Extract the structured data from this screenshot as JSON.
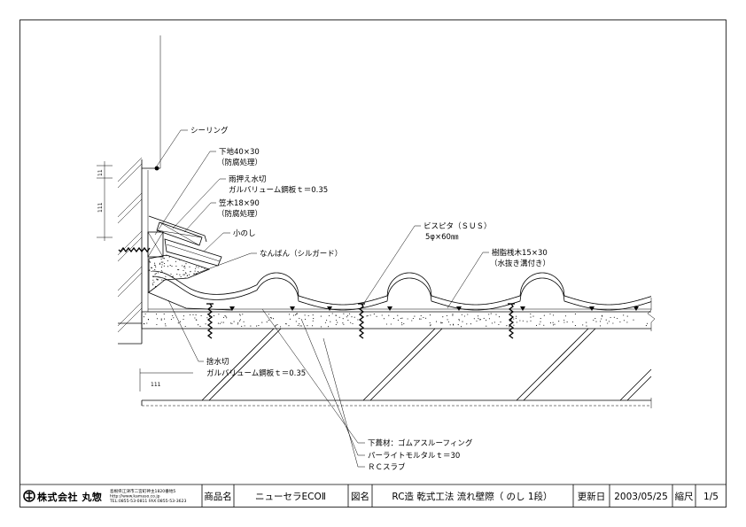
{
  "colors": {
    "line": "#000000",
    "paper": "#ffffff"
  },
  "icons": {
    "logo": "company-logo-icon"
  },
  "drawing": {
    "labels": {
      "sealing": "シーリング",
      "base_size": "下地40×30",
      "base_treatment": "（防腐処理）",
      "flashing_title": "雨押え水切",
      "flashing_material": "ガルバリューム鋼板ｔ＝0.35",
      "kasagi_size": "笠木18×90",
      "kasagi_treatment": "（防腐処理）",
      "konoshi": "小のし",
      "nanban": "なんばん（シルガード）",
      "screw_name": "ビスピタ（ＳＵＳ）",
      "screw_size": "5φ×60㎜",
      "batten_size": "樹脂桟木15×30",
      "batten_note": "（水抜き溝付き）",
      "drip_title": "捨水切",
      "drip_material": "ガルバリューム鋼板ｔ＝0.35",
      "underlay": "下葺材：ゴムアスルーフィング",
      "mortar": "パーライトモルタルｔ＝30",
      "slab": "ＲＣスラブ"
    },
    "dimensions": {
      "bottom": "111",
      "left_upper": "11",
      "left_lower": "111"
    }
  },
  "title_block": {
    "company_name": "株式会社 丸惣",
    "address": "島根県江津市二宮町神主1820番地5",
    "url": "http://www.kamaso.co.jp",
    "tel": "TEL:0855-53-0811 FAX:0855-53-3623",
    "product_label": "商品名",
    "product": "ニューセラECOⅡ",
    "drawing_label": "図名",
    "drawing_name": "RC造 乾式工法 流れ壁際（ のし 1段）",
    "updated_label": "更新日",
    "updated": "2003/05/25",
    "scale_label": "縮尺",
    "scale": "1/5"
  }
}
